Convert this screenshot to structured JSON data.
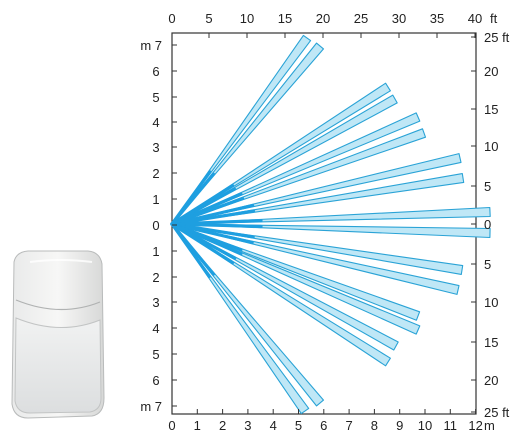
{
  "diagram": {
    "top_axis": {
      "ticks": [
        "0",
        "5",
        "10",
        "15",
        "20",
        "25",
        "30",
        "35",
        "40"
      ],
      "unit": "ft"
    },
    "bottom_axis": {
      "ticks": [
        "0",
        "1",
        "2",
        "3",
        "4",
        "5",
        "6",
        "7",
        "8",
        "9",
        "10",
        "11",
        "12"
      ],
      "unit": "m"
    },
    "left_axis": {
      "labels": [
        "7",
        "6",
        "5",
        "4",
        "3",
        "2",
        "1",
        "0",
        "1",
        "2",
        "3",
        "4",
        "5",
        "6",
        "7"
      ],
      "unit_top": "m 7",
      "unit_bottom": "m 7"
    },
    "right_axis": {
      "labels": [
        "25 ft",
        "20",
        "15",
        "10",
        "5",
        "0",
        "5",
        "10",
        "15",
        "20",
        "25 ft"
      ]
    },
    "beam_fill_color": "#bfe7f6",
    "beam_stroke_color": "#2aa3d6",
    "beam_inner_color": "#1e9fe0",
    "device_image": "motion-detector-sensor"
  }
}
